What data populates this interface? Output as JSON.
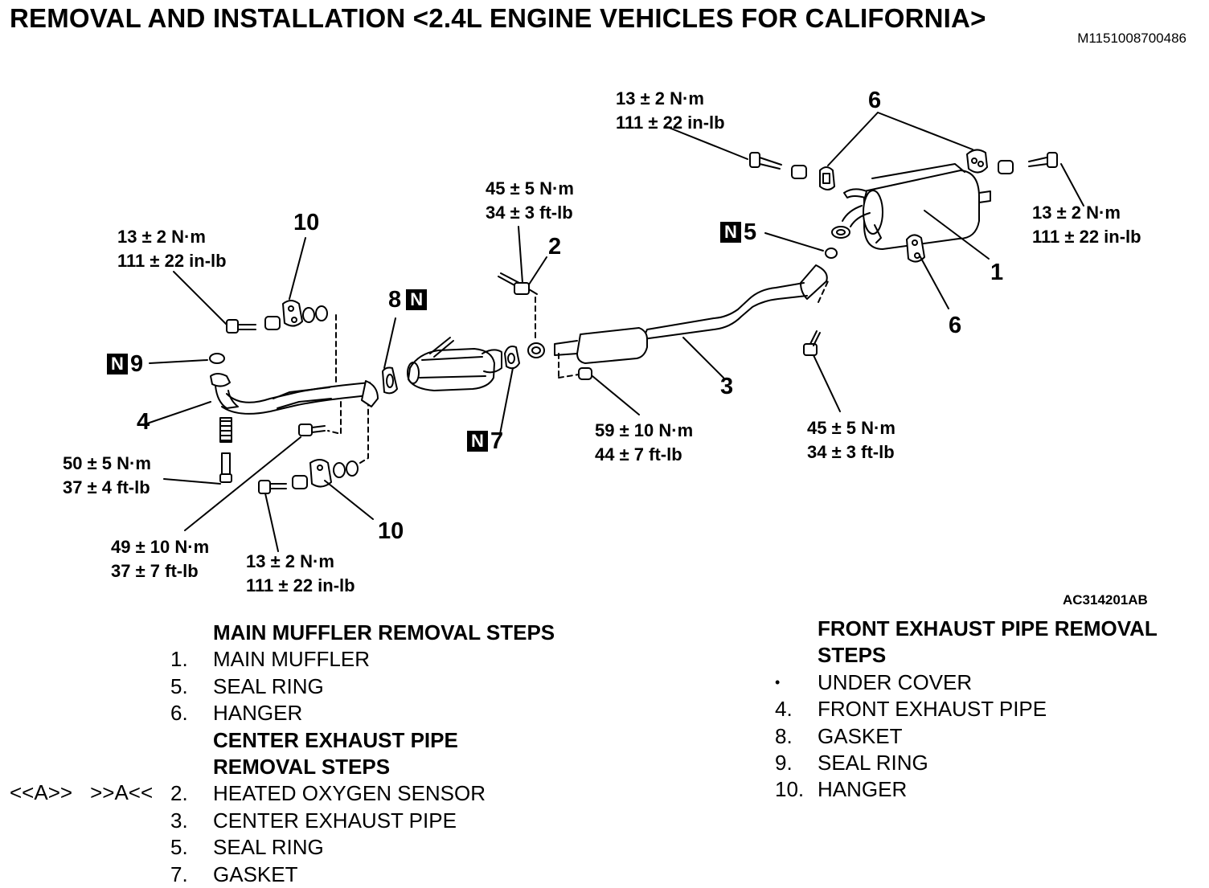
{
  "header": {
    "title": "REMOVAL AND INSTALLATION <2.4L ENGINE VEHICLES FOR CALIFORNIA>",
    "doc_id": "M1151008700486"
  },
  "figure": {
    "id": "AC314201AB",
    "torque_specs": [
      {
        "id": "t-muffler-hanger-left",
        "line1": "13 ± 2 N·m",
        "line2": "111 ± 22 in-lb"
      },
      {
        "id": "t-muffler-hanger-right",
        "line1": "13 ± 2 N·m",
        "line2": "111 ± 22 in-lb"
      },
      {
        "id": "t-oxygen-sensor",
        "line1": "45 ± 5 N·m",
        "line2": "34 ± 3 ft-lb"
      },
      {
        "id": "t-front-hanger-upper",
        "line1": "13 ± 2 N·m",
        "line2": "111 ± 22 in-lb"
      },
      {
        "id": "t-front-stud",
        "line1": "50 ± 5 N·m",
        "line2": "37 ± 4 ft-lb"
      },
      {
        "id": "t-front-flange-bolt",
        "line1": "49 ± 10 N·m",
        "line2": "37 ± 7 ft-lb"
      },
      {
        "id": "t-front-hanger-lower",
        "line1": "13 ± 2 N·m",
        "line2": "111 ± 22 in-lb"
      },
      {
        "id": "t-center-nut",
        "line1": "59 ± 10 N·m",
        "line2": "44 ± 7 ft-lb"
      },
      {
        "id": "t-rear-flange-bolt",
        "line1": "45 ± 5 N·m",
        "line2": "34 ± 3 ft-lb"
      }
    ],
    "callouts": {
      "c1": "1",
      "c2": "2",
      "c3": "3",
      "c4": "4",
      "c5": "5",
      "c6a": "6",
      "c6b": "6",
      "c7": "7",
      "c8": "8",
      "c9": "9",
      "c10a": "10",
      "c10b": "10",
      "n_mark": "N"
    }
  },
  "main_muffler_steps": {
    "heading": "MAIN MUFFLER REMOVAL STEPS",
    "items": [
      {
        "num": "1.",
        "label": "MAIN MUFFLER"
      },
      {
        "num": "5.",
        "label": "SEAL RING"
      },
      {
        "num": "6.",
        "label": "HANGER"
      }
    ],
    "center_heading_1": "CENTER EXHAUST PIPE",
    "center_heading_2": "REMOVAL STEPS",
    "center_items": [
      {
        "num": "2.",
        "label": "HEATED OXYGEN SENSOR"
      },
      {
        "num": "3.",
        "label": "CENTER EXHAUST PIPE"
      },
      {
        "num": "5.",
        "label": "SEAL RING"
      },
      {
        "num": "7.",
        "label": "GASKET"
      }
    ],
    "service_marks": [
      "<<A>>",
      ">>A<<"
    ]
  },
  "front_pipe_steps": {
    "heading_1": "FRONT EXHAUST PIPE REMOVAL",
    "heading_2": "STEPS",
    "items": [
      {
        "num": "•",
        "label": "UNDER COVER"
      },
      {
        "num": "4.",
        "label": "FRONT EXHAUST PIPE"
      },
      {
        "num": "8.",
        "label": "GASKET"
      },
      {
        "num": "9.",
        "label": "SEAL RING"
      },
      {
        "num": "10.",
        "label": "HANGER"
      }
    ]
  }
}
